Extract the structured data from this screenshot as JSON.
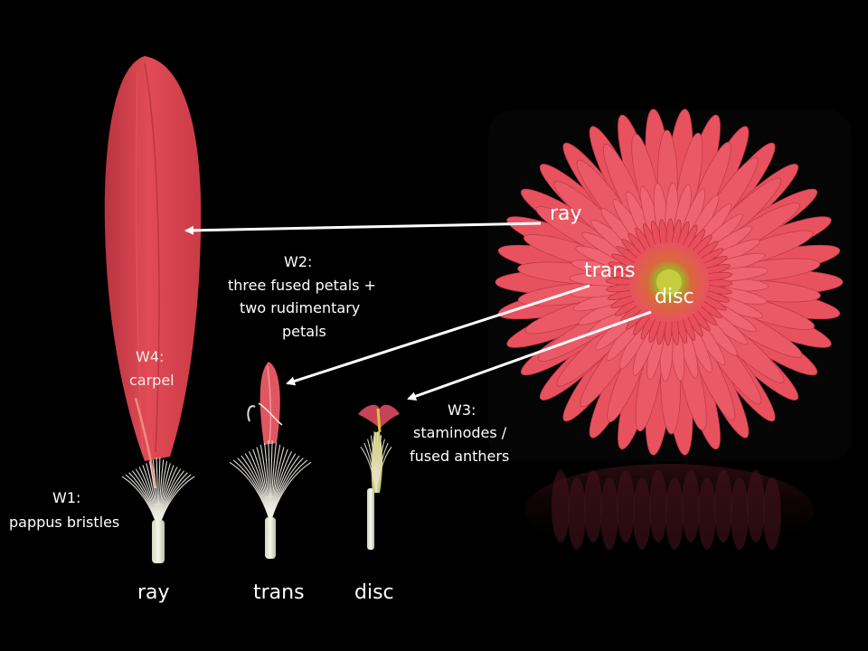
{
  "flower_labels": {
    "ray": "ray",
    "trans": "trans",
    "disc": "disc"
  },
  "bottom_labels": {
    "ray": "ray",
    "trans": "trans",
    "disc": "disc"
  },
  "annotations": {
    "w1": {
      "title": "W1:",
      "lines": [
        "pappus bristles"
      ]
    },
    "w2": {
      "title": "W2:",
      "lines": [
        "three fused petals +",
        "two rudimentary",
        "petals"
      ]
    },
    "w3": {
      "title": "W3:",
      "lines": [
        "staminodes /",
        "fused anthers"
      ]
    },
    "w4": {
      "title": "W4:",
      "lines": [
        "carpel"
      ]
    }
  },
  "colors": {
    "background": "#000000",
    "petal": "#e8525f",
    "petal_dark": "#c23a48",
    "disc_center": "#b8c23a",
    "text": "#ffffff",
    "arrow": "#ffffff",
    "pappus": "#f2efe6"
  }
}
